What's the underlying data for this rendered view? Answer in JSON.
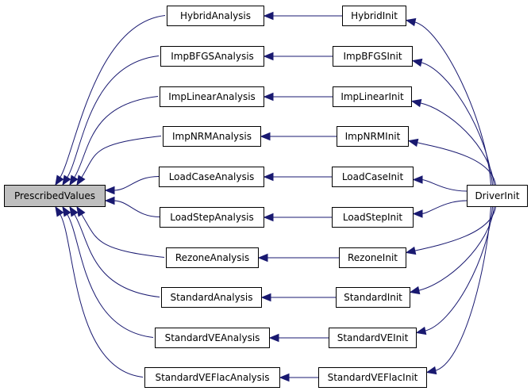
{
  "diagram": {
    "target": {
      "label": "PrescribedValues"
    },
    "analyses": [
      {
        "label": "HybridAnalysis"
      },
      {
        "label": "ImpBFGSAnalysis"
      },
      {
        "label": "ImpLinearAnalysis"
      },
      {
        "label": "ImpNRMAnalysis"
      },
      {
        "label": "LoadCaseAnalysis"
      },
      {
        "label": "LoadStepAnalysis"
      },
      {
        "label": "RezoneAnalysis"
      },
      {
        "label": "StandardAnalysis"
      },
      {
        "label": "StandardVEAnalysis"
      },
      {
        "label": "StandardVEFlacAnalysis"
      }
    ],
    "inits": [
      {
        "label": "HybridInit"
      },
      {
        "label": "ImpBFGSInit"
      },
      {
        "label": "ImpLinearInit"
      },
      {
        "label": "ImpNRMInit"
      },
      {
        "label": "LoadCaseInit"
      },
      {
        "label": "LoadStepInit"
      },
      {
        "label": "RezoneInit"
      },
      {
        "label": "StandardInit"
      },
      {
        "label": "StandardVEInit"
      },
      {
        "label": "StandardVEFlacInit"
      }
    ],
    "driver": {
      "label": "DriverInit"
    },
    "colors": {
      "edge": "#191970",
      "highlight_fill": "#bfbfbf",
      "node_fill": "#ffffff",
      "node_border": "#000000"
    }
  }
}
